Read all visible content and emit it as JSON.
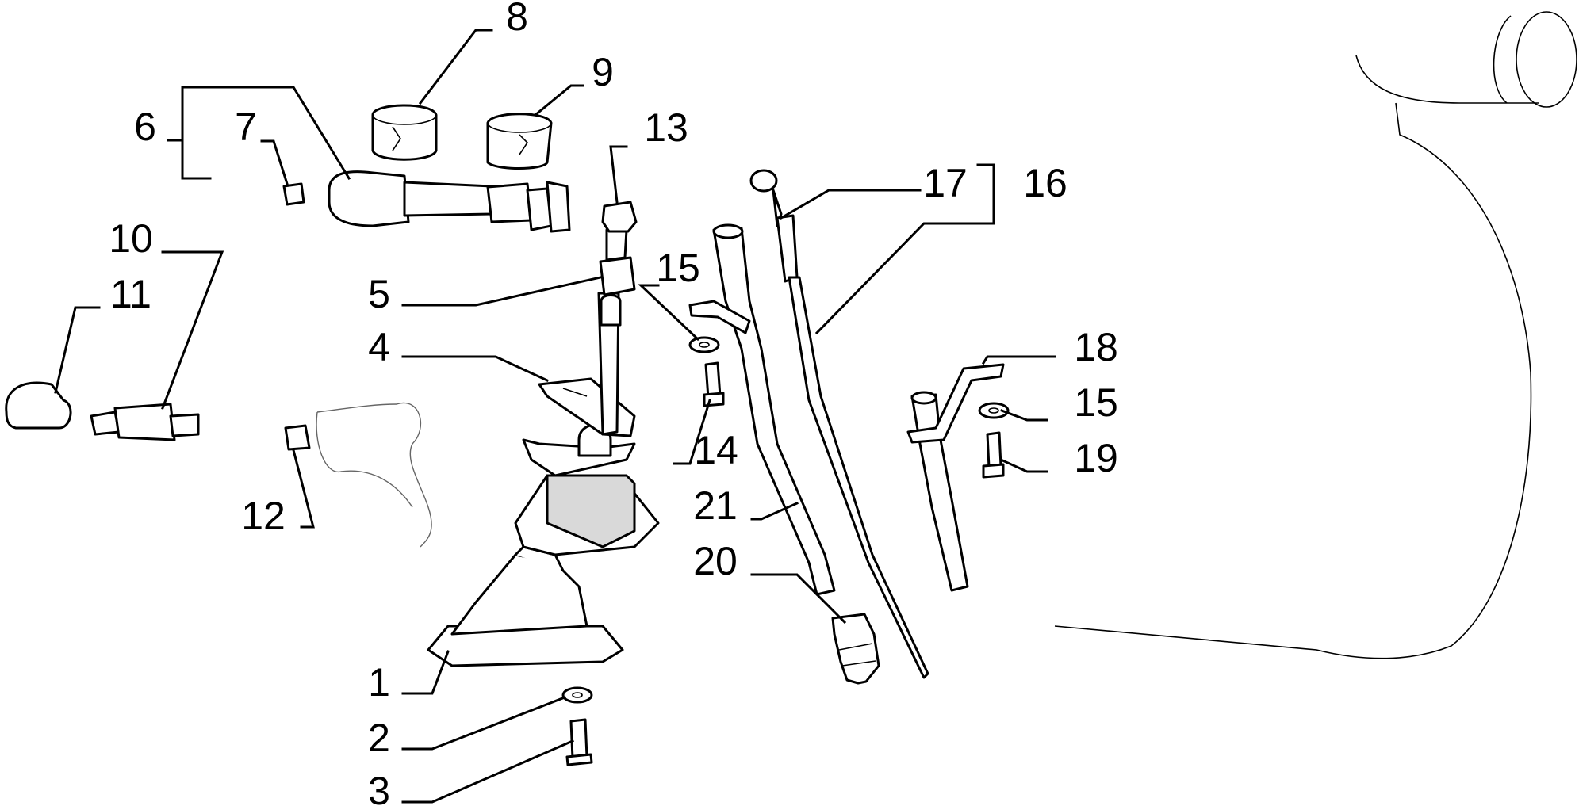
{
  "callouts": [
    {
      "id": "c1",
      "text": "1"
    },
    {
      "id": "c2",
      "text": "2"
    },
    {
      "id": "c3",
      "text": "3"
    },
    {
      "id": "c4",
      "text": "4"
    },
    {
      "id": "c5",
      "text": "5"
    },
    {
      "id": "c6",
      "text": "6"
    },
    {
      "id": "c7",
      "text": "7"
    },
    {
      "id": "c8",
      "text": "8"
    },
    {
      "id": "c9",
      "text": "9"
    },
    {
      "id": "c10",
      "text": "10"
    },
    {
      "id": "c11",
      "text": "11"
    },
    {
      "id": "c12",
      "text": "12"
    },
    {
      "id": "c13",
      "text": "13"
    },
    {
      "id": "c14",
      "text": "14"
    },
    {
      "id": "c15a",
      "text": "15"
    },
    {
      "id": "c15b",
      "text": "15"
    },
    {
      "id": "c16",
      "text": "16"
    },
    {
      "id": "c17",
      "text": "17"
    },
    {
      "id": "c18",
      "text": "18"
    },
    {
      "id": "c19",
      "text": "19"
    },
    {
      "id": "c20",
      "text": "20"
    },
    {
      "id": "c21",
      "text": "21"
    }
  ]
}
